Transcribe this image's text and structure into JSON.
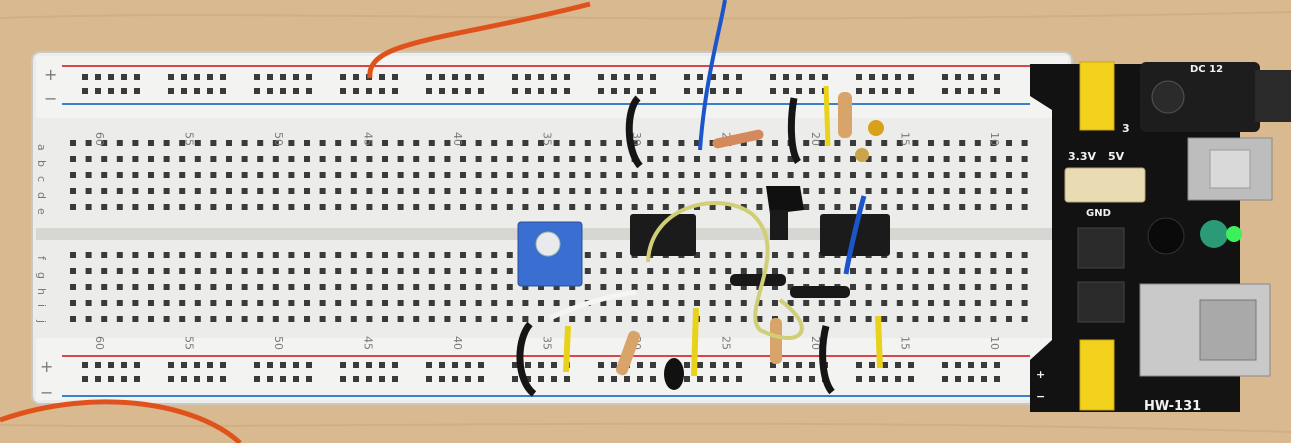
{
  "breadboard": {
    "rail_plus": "+",
    "rail_minus": "−",
    "column_numbers_top": [
      "60",
      "55",
      "50",
      "45",
      "40",
      "35",
      "30",
      "25",
      "20",
      "15",
      "10"
    ],
    "column_numbers_bottom": [
      "60",
      "55",
      "50",
      "45",
      "40",
      "35",
      "30",
      "25",
      "20",
      "15",
      "10"
    ],
    "row_letters_top": [
      "a",
      "b",
      "c",
      "d",
      "e"
    ],
    "row_letters_bottom": [
      "f",
      "g",
      "h",
      "i",
      "j"
    ]
  },
  "power_module": {
    "name": "HW-131",
    "label_33v": "3.3V",
    "label_5v": "5V",
    "label_gnd": "GND",
    "label_dc": "DC 12",
    "label_3": "3",
    "label_plus": "+",
    "label_minus": "−",
    "led_color": "#3cf05a"
  },
  "colors": {
    "board": "#ececea",
    "rail_red": "#d8464a",
    "rail_blue": "#3b7fd0",
    "pcb": "#121212",
    "wire_orange": "#e0521c",
    "wire_blue": "#1b55c9",
    "wire_yellow": "#e8d21a",
    "wire_black": "#151515",
    "pot_blue": "#3b6ed1"
  }
}
